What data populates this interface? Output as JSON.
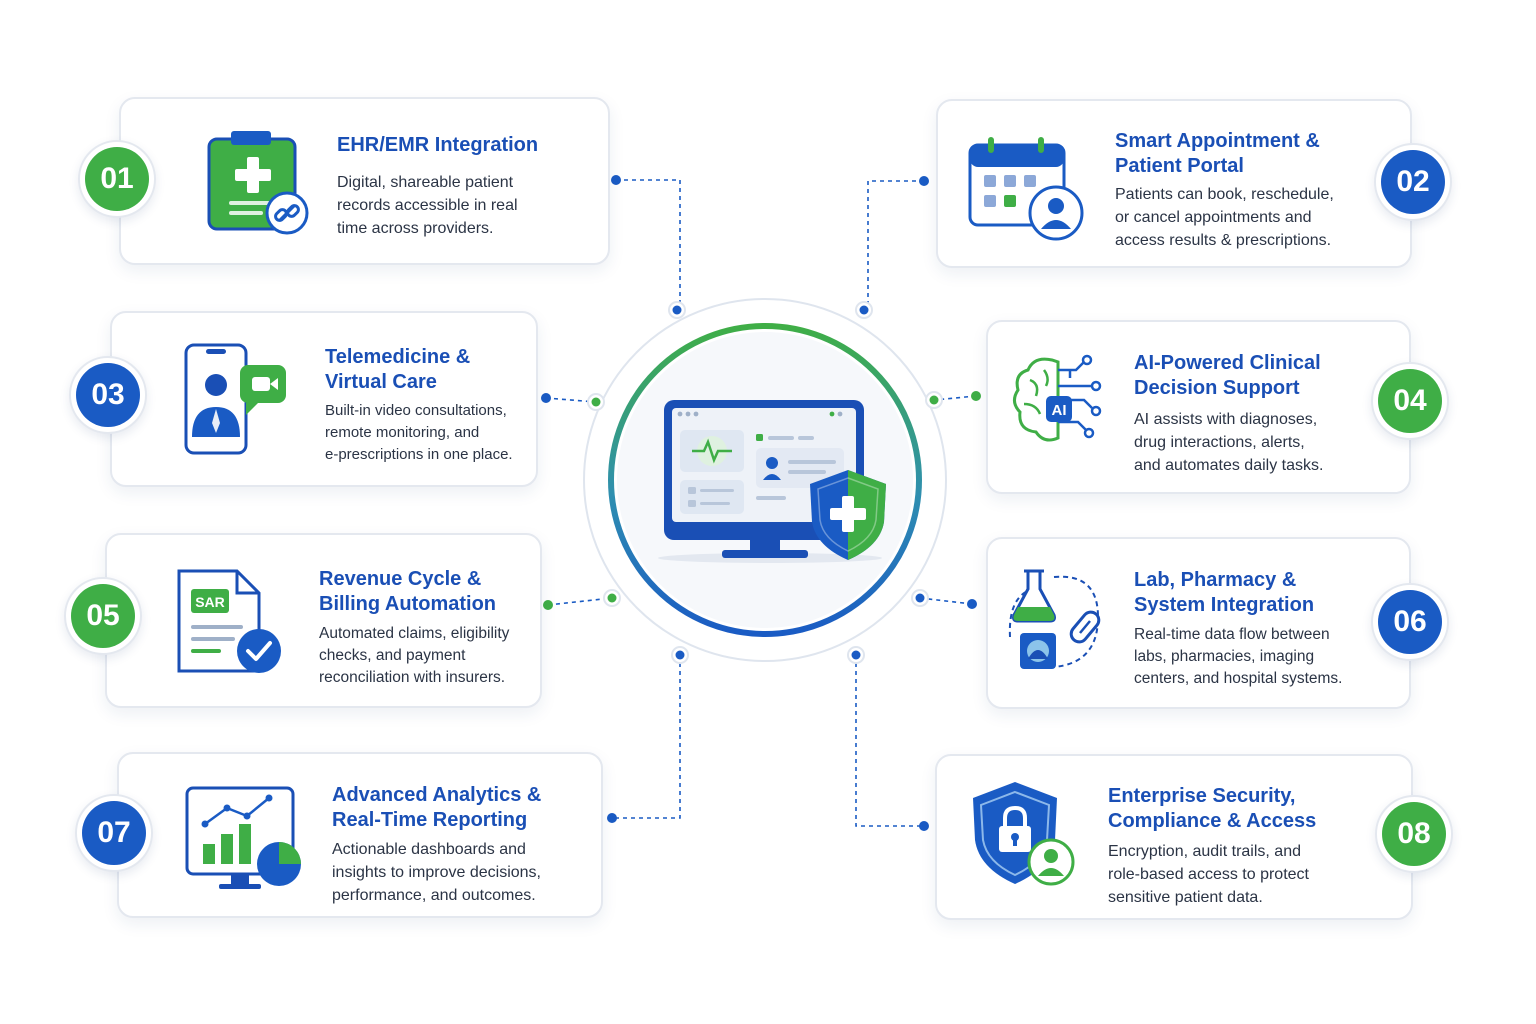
{
  "features": [
    {
      "number": "01",
      "title_lines": [
        "EHR/EMR Integration"
      ],
      "desc_lines": [
        "Digital, shareable patient",
        "records accessible in real",
        "time across providers."
      ],
      "icon": "clipboard-medical-link-icon",
      "badge_color": "green"
    },
    {
      "number": "02",
      "title_lines": [
        "Smart Appointment &",
        "Patient Portal"
      ],
      "desc_lines": [
        "Patients can book, reschedule,",
        "or cancel appointments and",
        "access results & prescriptions."
      ],
      "icon": "calendar-patient-icon",
      "badge_color": "blue"
    },
    {
      "number": "03",
      "title_lines": [
        "Telemedicine &",
        "Virtual Care"
      ],
      "desc_lines": [
        "Built-in video consultations,",
        "remote monitoring, and",
        "e-prescriptions in one place."
      ],
      "icon": "phone-video-call-icon",
      "badge_color": "blue"
    },
    {
      "number": "04",
      "title_lines": [
        "AI-Powered Clinical",
        "Decision Support"
      ],
      "desc_lines": [
        "AI assists with diagnoses,",
        "drug interactions, alerts,",
        "and automates daily tasks."
      ],
      "icon": "ai-brain-circuit-icon",
      "badge_color": "green"
    },
    {
      "number": "05",
      "title_lines": [
        "Revenue Cycle &",
        "Billing Automation"
      ],
      "desc_lines": [
        "Automated claims, eligibility",
        "checks, and payment",
        "reconciliation with insurers."
      ],
      "icon": "billing-document-check-icon",
      "icon_label": "SAR",
      "badge_color": "green"
    },
    {
      "number": "06",
      "title_lines": [
        "Lab, Pharmacy &",
        "System Integration"
      ],
      "desc_lines": [
        "Real-time data flow between",
        "labs, pharmacies, imaging",
        "centers, and hospital systems."
      ],
      "icon": "lab-flask-pill-scan-icon",
      "badge_color": "blue"
    },
    {
      "number": "07",
      "title_lines": [
        "Advanced Analytics &",
        "Real-Time Reporting"
      ],
      "desc_lines": [
        "Actionable dashboards and",
        "insights to improve decisions,",
        "performance, and outcomes."
      ],
      "icon": "analytics-dashboard-icon",
      "badge_color": "blue"
    },
    {
      "number": "08",
      "title_lines": [
        "Enterprise Security,",
        "Compliance & Access"
      ],
      "desc_lines": [
        "Encryption, audit trails, and",
        "role-based access to protect",
        "sensitive patient data."
      ],
      "icon": "security-shield-lock-icon",
      "badge_color": "green"
    }
  ],
  "hub": {
    "icon": "monitor-shield-medical-icon"
  },
  "colors": {
    "green": "#3fae46",
    "blue": "#1a5bc4",
    "title": "#1a4fb5",
    "text": "#2b3445",
    "border": "#e4e8ef"
  }
}
